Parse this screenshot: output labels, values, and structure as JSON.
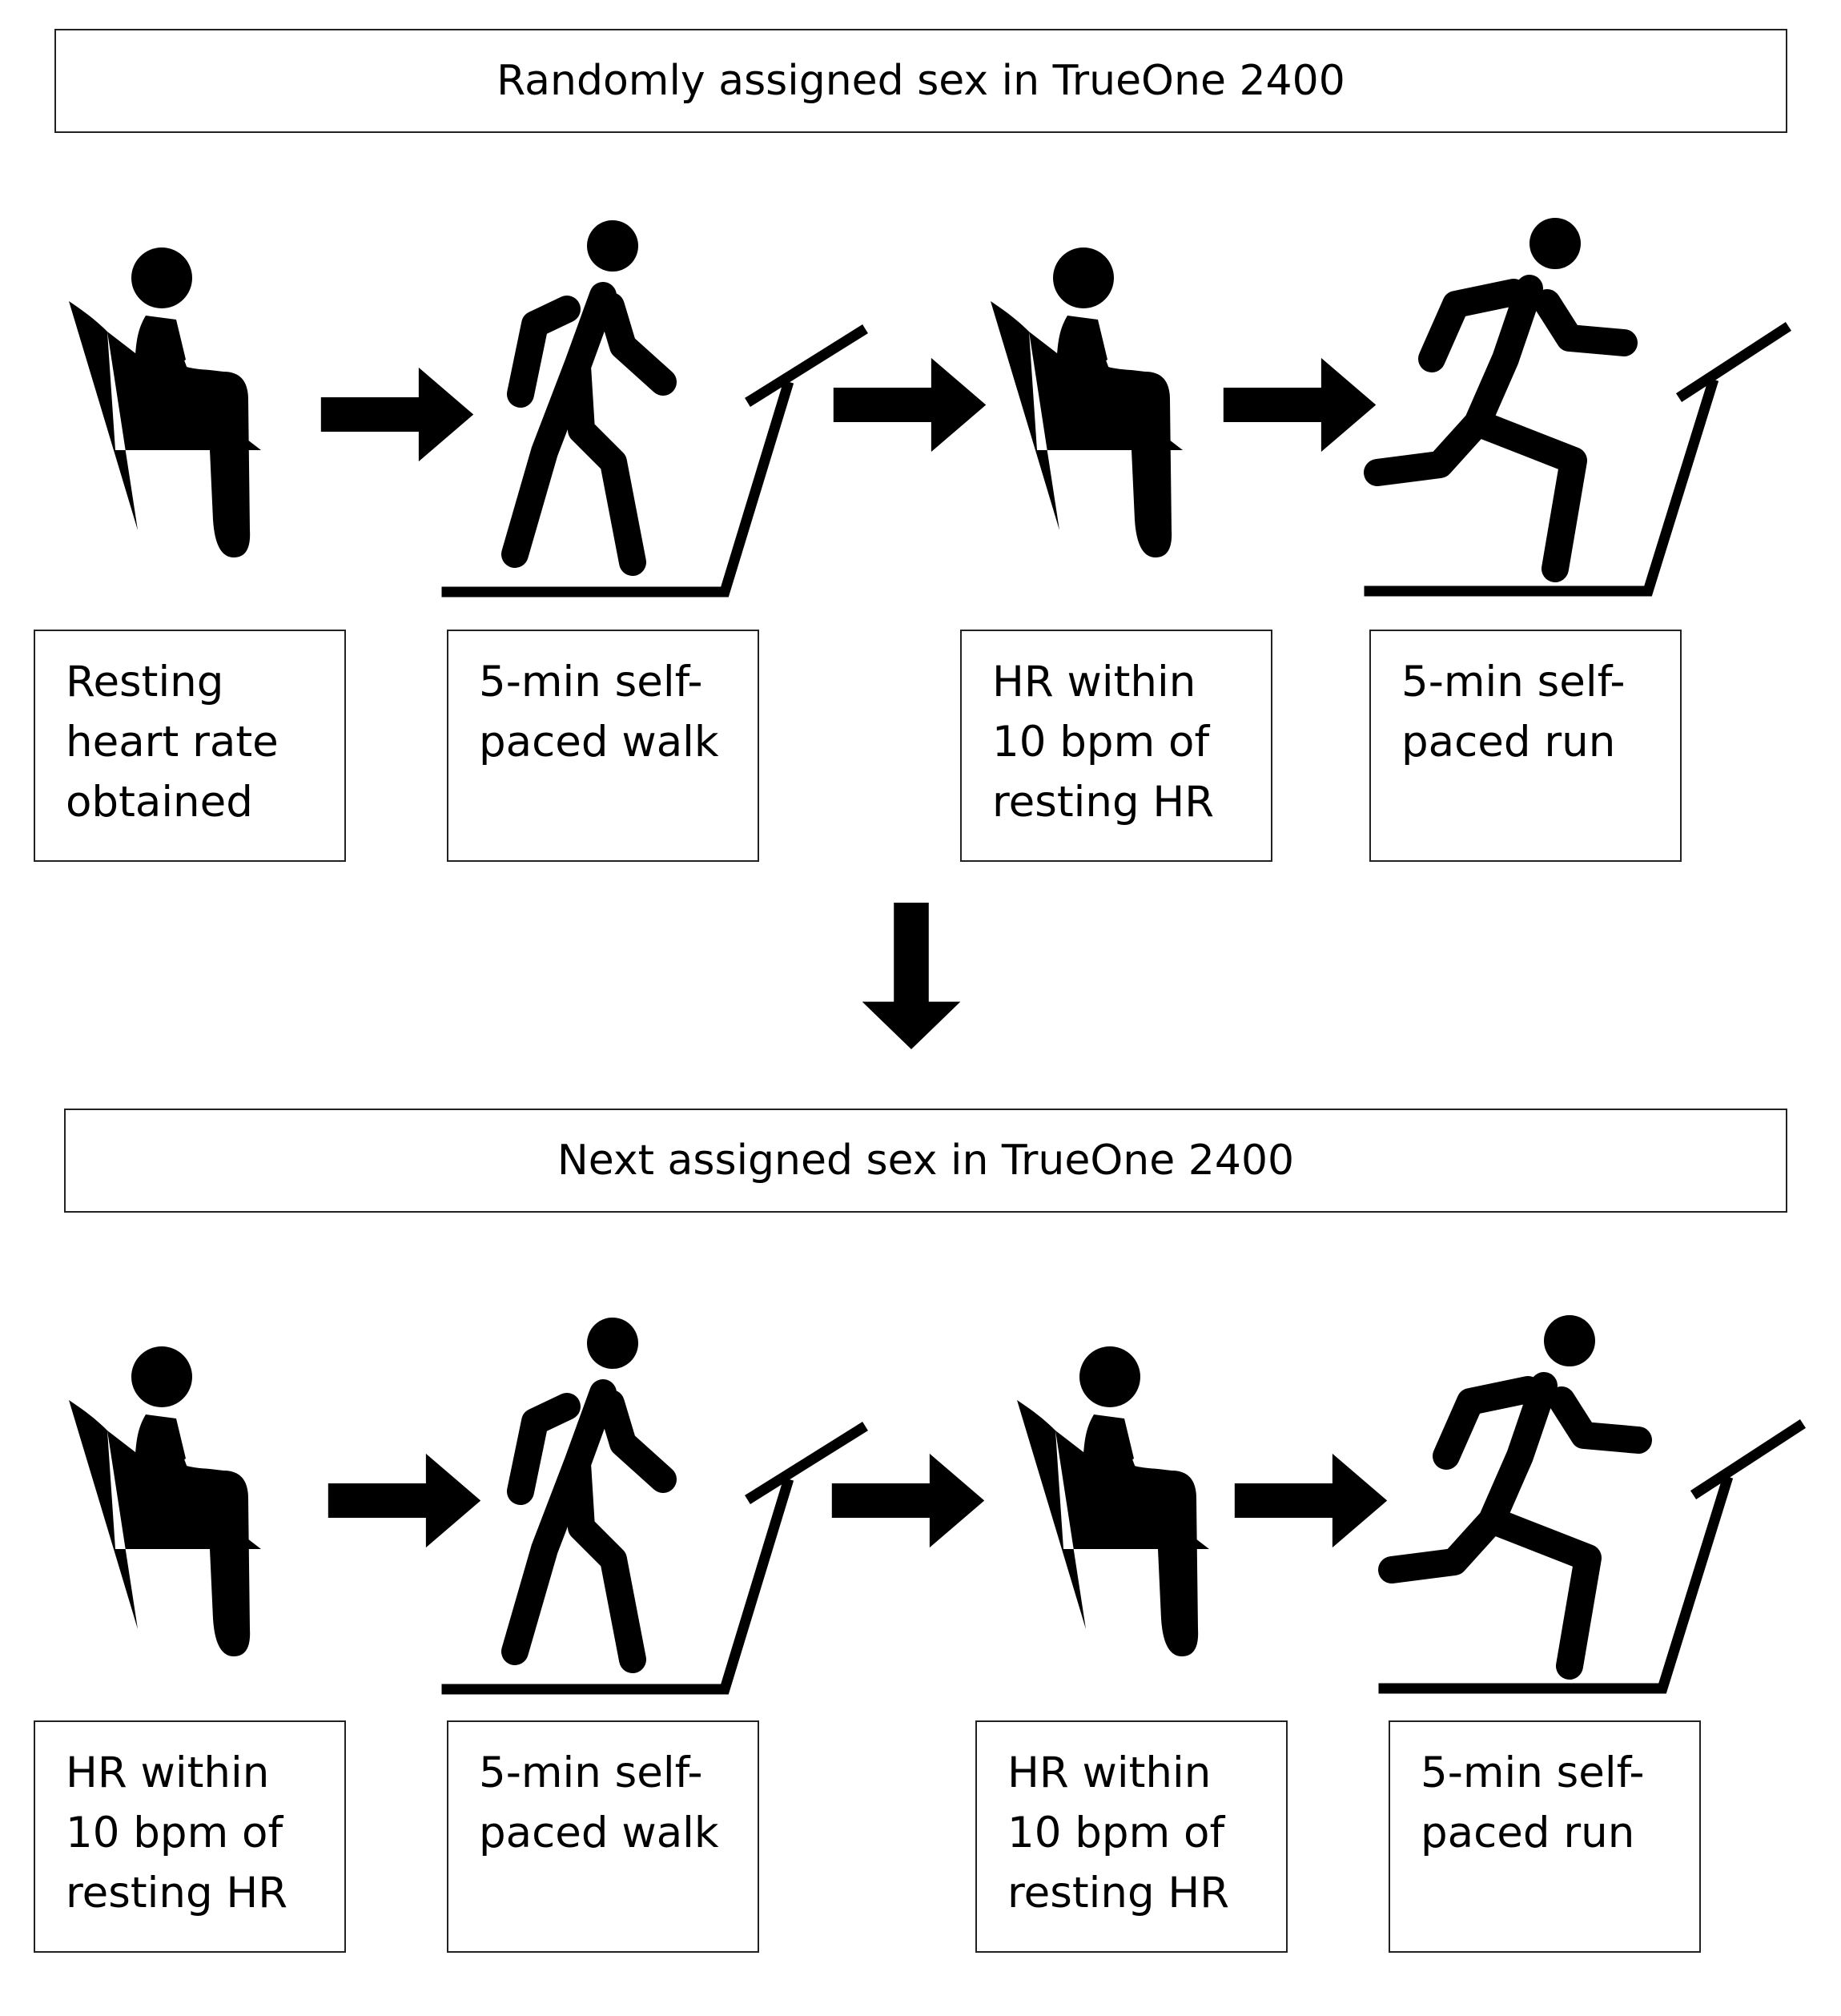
{
  "headers": {
    "top": "Randomly assigned sex in TrueOne 2400",
    "bottom": "Next assigned sex in TrueOne 2400"
  },
  "row1": [
    {
      "lines": [
        "Resting",
        "heart rate",
        "obtained"
      ]
    },
    {
      "lines": [
        "5-min self-",
        "paced walk"
      ]
    },
    {
      "lines": [
        "HR within",
        "10 bpm of",
        "resting HR"
      ]
    },
    {
      "lines": [
        "5-min self-",
        "paced run"
      ]
    }
  ],
  "row2": [
    {
      "lines": [
        "HR within",
        "10 bpm of",
        "resting HR"
      ]
    },
    {
      "lines": [
        "5-min self-",
        "paced walk"
      ]
    },
    {
      "lines": [
        "HR within",
        "10 bpm of",
        "resting HR"
      ]
    },
    {
      "lines": [
        "5-min self-",
        "paced run"
      ]
    }
  ],
  "icons": [
    "seated-person-icon",
    "walking-treadmill-icon",
    "seated-person-icon",
    "running-treadmill-icon",
    "right-arrow-icon",
    "down-arrow-icon"
  ],
  "colors": {
    "icon_outline": "#595959",
    "icon_fill": "#000000",
    "arrow_stroke": "#1c2a3a",
    "box_border": "#222222"
  }
}
